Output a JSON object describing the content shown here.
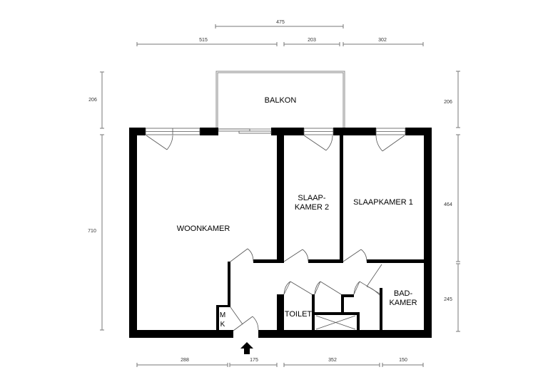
{
  "colors": {
    "wall": "#000000",
    "dimension_line": "#666666",
    "background": "#ffffff"
  },
  "rooms": {
    "balkon": "BALKON",
    "woonkamer": "WOONKAMER",
    "slaapkamer2_line1": "SLAAP-",
    "slaapkamer2_line2": "KAMER 2",
    "slaapkamer1": "SLAAPKAMER 1",
    "badkamer_line1": "BAD-",
    "badkamer_line2": "KAMER",
    "toilet": "TOILET",
    "mk_line1": "M",
    "mk_line2": "K"
  },
  "dimensions": {
    "top_overall": "475",
    "top": [
      "515",
      "203",
      "302"
    ],
    "bottom": [
      "288",
      "175",
      "352",
      "150"
    ],
    "left": [
      "206",
      "710"
    ],
    "right": [
      "206",
      "464",
      "245"
    ]
  },
  "icons": {
    "entrance": "entrance-arrow-icon"
  }
}
